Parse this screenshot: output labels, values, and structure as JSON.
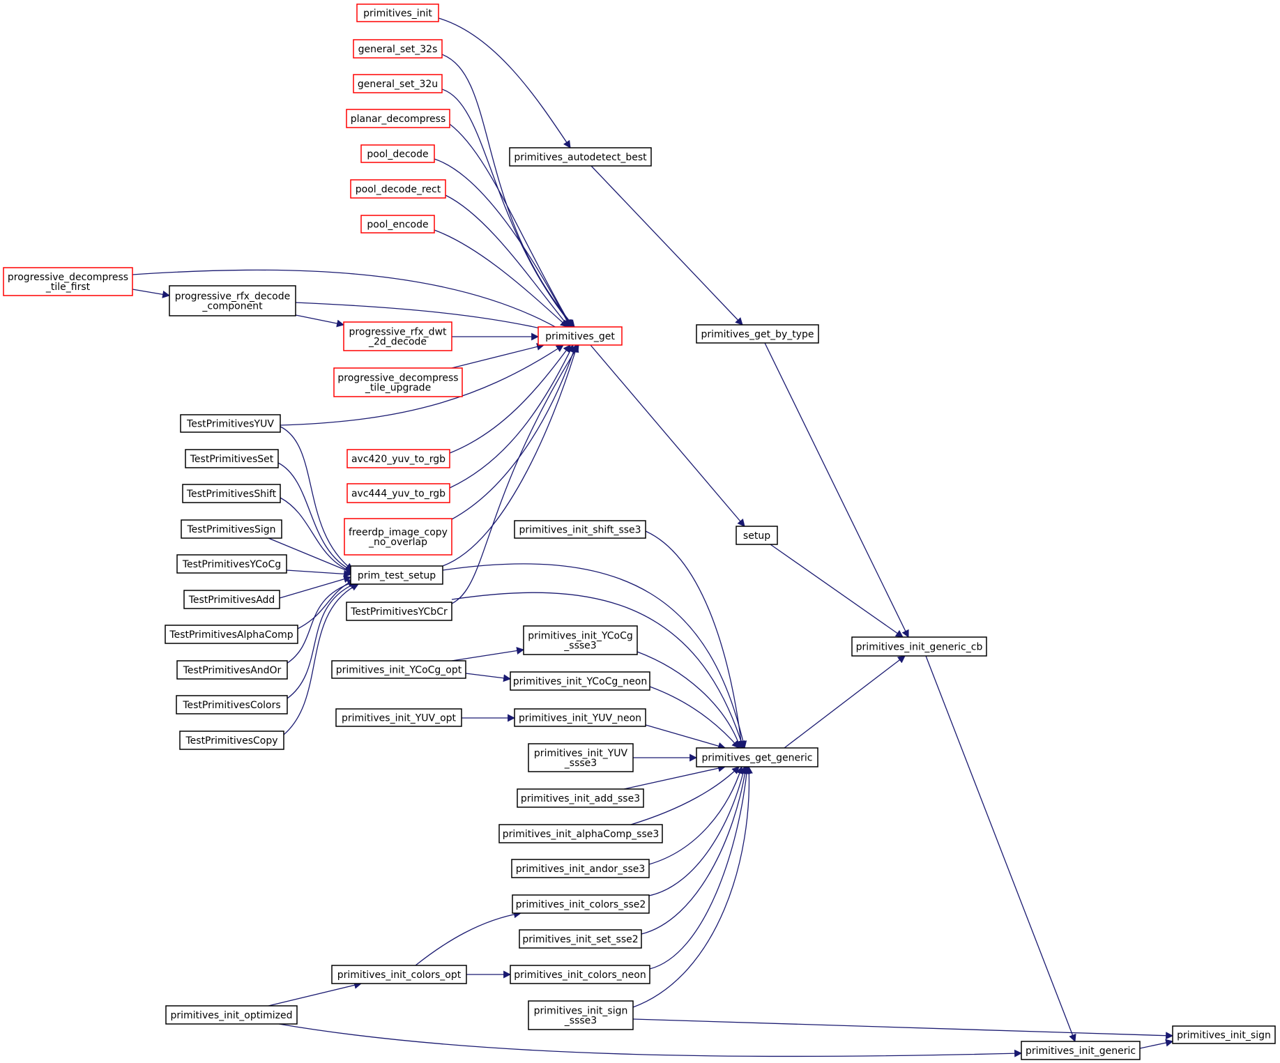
{
  "colors": {
    "edge": "#191970",
    "node_border": "#000000",
    "node_border_truncated": "#ff0000",
    "node_fill": "#ffffff",
    "node_fill_current": "#bfbfbf"
  },
  "nodes": {
    "primitives_init": {
      "label": [
        "primitives_init"
      ],
      "kind": "truncated"
    },
    "general_set_32s": {
      "label": [
        "general_set_32s"
      ],
      "kind": "truncated"
    },
    "general_set_32u": {
      "label": [
        "general_set_32u"
      ],
      "kind": "truncated"
    },
    "planar_decompress": {
      "label": [
        "planar_decompress"
      ],
      "kind": "truncated"
    },
    "pool_decode": {
      "label": [
        "pool_decode"
      ],
      "kind": "truncated"
    },
    "pool_decode_rect": {
      "label": [
        "pool_decode_rect"
      ],
      "kind": "truncated"
    },
    "pool_encode": {
      "label": [
        "pool_encode"
      ],
      "kind": "truncated"
    },
    "progressive_decompress_tile_first": {
      "label": [
        "progressive_decompress",
        "_tile_first"
      ],
      "kind": "truncated"
    },
    "progressive_rfx_decode_component": {
      "label": [
        "progressive_rfx_decode",
        "_component"
      ],
      "kind": "normal"
    },
    "progressive_rfx_dwt_2d_decode": {
      "label": [
        "progressive_rfx_dwt",
        "_2d_decode"
      ],
      "kind": "truncated"
    },
    "progressive_decompress_tile_upgrade": {
      "label": [
        "progressive_decompress",
        "_tile_upgrade"
      ],
      "kind": "truncated"
    },
    "TestPrimitivesYUV": {
      "label": [
        "TestPrimitivesYUV"
      ],
      "kind": "normal"
    },
    "TestPrimitivesSet": {
      "label": [
        "TestPrimitivesSet"
      ],
      "kind": "normal"
    },
    "TestPrimitivesShift": {
      "label": [
        "TestPrimitivesShift"
      ],
      "kind": "normal"
    },
    "TestPrimitivesSign": {
      "label": [
        "TestPrimitivesSign"
      ],
      "kind": "normal"
    },
    "TestPrimitivesYCoCg": {
      "label": [
        "TestPrimitivesYCoCg"
      ],
      "kind": "normal"
    },
    "TestPrimitivesAdd": {
      "label": [
        "TestPrimitivesAdd"
      ],
      "kind": "normal"
    },
    "TestPrimitivesAlphaComp": {
      "label": [
        "TestPrimitivesAlphaComp"
      ],
      "kind": "normal"
    },
    "TestPrimitivesAndOr": {
      "label": [
        "TestPrimitivesAndOr"
      ],
      "kind": "normal"
    },
    "TestPrimitivesColors": {
      "label": [
        "TestPrimitivesColors"
      ],
      "kind": "normal"
    },
    "TestPrimitivesCopy": {
      "label": [
        "TestPrimitivesCopy"
      ],
      "kind": "normal"
    },
    "avc420_yuv_to_rgb": {
      "label": [
        "avc420_yuv_to_rgb"
      ],
      "kind": "truncated"
    },
    "avc444_yuv_to_rgb": {
      "label": [
        "avc444_yuv_to_rgb"
      ],
      "kind": "truncated"
    },
    "freerdp_image_copy_no_overlap": {
      "label": [
        "freerdp_image_copy",
        "_no_overlap"
      ],
      "kind": "truncated"
    },
    "prim_test_setup": {
      "label": [
        "prim_test_setup"
      ],
      "kind": "normal"
    },
    "TestPrimitivesYCbCr": {
      "label": [
        "TestPrimitivesYCbCr"
      ],
      "kind": "normal"
    },
    "primitives_get": {
      "label": [
        "primitives_get"
      ],
      "kind": "truncated"
    },
    "primitives_autodetect_best": {
      "label": [
        "primitives_autodetect_best"
      ],
      "kind": "normal"
    },
    "primitives_get_by_type": {
      "label": [
        "primitives_get_by_type"
      ],
      "kind": "normal"
    },
    "setup": {
      "label": [
        "setup"
      ],
      "kind": "normal"
    },
    "primitives_init_shift_sse3": {
      "label": [
        "primitives_init_shift_sse3"
      ],
      "kind": "normal"
    },
    "primitives_init_YCoCg_ssse3": {
      "label": [
        "primitives_init_YCoCg",
        "_ssse3"
      ],
      "kind": "normal"
    },
    "primitives_init_YCoCg_opt": {
      "label": [
        "primitives_init_YCoCg_opt"
      ],
      "kind": "normal"
    },
    "primitives_init_YCoCg_neon": {
      "label": [
        "primitives_init_YCoCg_neon"
      ],
      "kind": "normal"
    },
    "primitives_init_YUV_opt": {
      "label": [
        "primitives_init_YUV_opt"
      ],
      "kind": "normal"
    },
    "primitives_init_YUV_neon": {
      "label": [
        "primitives_init_YUV_neon"
      ],
      "kind": "normal"
    },
    "primitives_init_YUV_ssse3": {
      "label": [
        "primitives_init_YUV",
        "_ssse3"
      ],
      "kind": "normal"
    },
    "primitives_init_add_sse3": {
      "label": [
        "primitives_init_add_sse3"
      ],
      "kind": "normal"
    },
    "primitives_init_alphaComp_sse3": {
      "label": [
        "primitives_init_alphaComp_sse3"
      ],
      "kind": "normal"
    },
    "primitives_init_andor_sse3": {
      "label": [
        "primitives_init_andor_sse3"
      ],
      "kind": "normal"
    },
    "primitives_init_colors_sse2": {
      "label": [
        "primitives_init_colors_sse2"
      ],
      "kind": "normal"
    },
    "primitives_init_set_sse2": {
      "label": [
        "primitives_init_set_sse2"
      ],
      "kind": "normal"
    },
    "primitives_init_colors_opt": {
      "label": [
        "primitives_init_colors_opt"
      ],
      "kind": "normal"
    },
    "primitives_init_colors_neon": {
      "label": [
        "primitives_init_colors_neon"
      ],
      "kind": "normal"
    },
    "primitives_init_optimized": {
      "label": [
        "primitives_init_optimized"
      ],
      "kind": "normal"
    },
    "primitives_init_sign_ssse3": {
      "label": [
        "primitives_init_sign",
        "_ssse3"
      ],
      "kind": "normal"
    },
    "primitives_get_generic": {
      "label": [
        "primitives_get_generic"
      ],
      "kind": "normal"
    },
    "primitives_init_generic_cb": {
      "label": [
        "primitives_init_generic_cb"
      ],
      "kind": "normal"
    },
    "primitives_init_generic": {
      "label": [
        "primitives_init_generic"
      ],
      "kind": "normal"
    },
    "primitives_init_sign": {
      "label": [
        "primitives_init_sign"
      ],
      "kind": "current"
    }
  },
  "edges": [
    {
      "from": "primitives_init",
      "to": "primitives_autodetect_best"
    },
    {
      "from": "primitives_autodetect_best",
      "to": "primitives_get_by_type"
    },
    {
      "from": "primitives_get_by_type",
      "to": "primitives_init_generic_cb"
    },
    {
      "from": "general_set_32s",
      "to": "primitives_get"
    },
    {
      "from": "general_set_32u",
      "to": "primitives_get"
    },
    {
      "from": "planar_decompress",
      "to": "primitives_get"
    },
    {
      "from": "pool_decode",
      "to": "primitives_get"
    },
    {
      "from": "pool_decode_rect",
      "to": "primitives_get"
    },
    {
      "from": "pool_encode",
      "to": "primitives_get"
    },
    {
      "from": "progressive_decompress_tile_first",
      "to": "primitives_get"
    },
    {
      "from": "progressive_decompress_tile_first",
      "to": "progressive_rfx_decode_component"
    },
    {
      "from": "progressive_rfx_decode_component",
      "to": "primitives_get"
    },
    {
      "from": "progressive_rfx_decode_component",
      "to": "progressive_rfx_dwt_2d_decode"
    },
    {
      "from": "progressive_rfx_dwt_2d_decode",
      "to": "primitives_get"
    },
    {
      "from": "progressive_decompress_tile_upgrade",
      "to": "primitives_get"
    },
    {
      "from": "TestPrimitivesYUV",
      "to": "primitives_get"
    },
    {
      "from": "TestPrimitivesYUV",
      "to": "prim_test_setup"
    },
    {
      "from": "TestPrimitivesSet",
      "to": "prim_test_setup"
    },
    {
      "from": "TestPrimitivesShift",
      "to": "prim_test_setup"
    },
    {
      "from": "TestPrimitivesSign",
      "to": "prim_test_setup"
    },
    {
      "from": "TestPrimitivesYCoCg",
      "to": "prim_test_setup"
    },
    {
      "from": "TestPrimitivesAdd",
      "to": "prim_test_setup"
    },
    {
      "from": "TestPrimitivesAlphaComp",
      "to": "prim_test_setup"
    },
    {
      "from": "TestPrimitivesAndOr",
      "to": "prim_test_setup"
    },
    {
      "from": "TestPrimitivesColors",
      "to": "prim_test_setup"
    },
    {
      "from": "TestPrimitivesCopy",
      "to": "prim_test_setup"
    },
    {
      "from": "avc420_yuv_to_rgb",
      "to": "primitives_get"
    },
    {
      "from": "avc444_yuv_to_rgb",
      "to": "primitives_get"
    },
    {
      "from": "freerdp_image_copy_no_overlap",
      "to": "primitives_get"
    },
    {
      "from": "prim_test_setup",
      "to": "primitives_get"
    },
    {
      "from": "TestPrimitivesYCbCr",
      "to": "primitives_get"
    },
    {
      "from": "primitives_get",
      "to": "setup"
    },
    {
      "from": "setup",
      "to": "primitives_init_generic_cb"
    },
    {
      "from": "prim_test_setup",
      "to": "primitives_get_generic"
    },
    {
      "from": "TestPrimitivesYCbCr",
      "to": "primitives_get_generic"
    },
    {
      "from": "primitives_init_shift_sse3",
      "to": "primitives_get_generic"
    },
    {
      "from": "primitives_init_YCoCg_opt",
      "to": "primitives_init_YCoCg_ssse3"
    },
    {
      "from": "primitives_init_YCoCg_opt",
      "to": "primitives_init_YCoCg_neon"
    },
    {
      "from": "primitives_init_YCoCg_ssse3",
      "to": "primitives_get_generic"
    },
    {
      "from": "primitives_init_YCoCg_neon",
      "to": "primitives_get_generic"
    },
    {
      "from": "primitives_init_YUV_opt",
      "to": "primitives_init_YUV_neon"
    },
    {
      "from": "primitives_init_YUV_neon",
      "to": "primitives_get_generic"
    },
    {
      "from": "primitives_init_YUV_ssse3",
      "to": "primitives_get_generic"
    },
    {
      "from": "primitives_init_add_sse3",
      "to": "primitives_get_generic"
    },
    {
      "from": "primitives_init_alphaComp_sse3",
      "to": "primitives_get_generic"
    },
    {
      "from": "primitives_init_andor_sse3",
      "to": "primitives_get_generic"
    },
    {
      "from": "primitives_init_colors_sse2",
      "to": "primitives_get_generic"
    },
    {
      "from": "primitives_init_set_sse2",
      "to": "primitives_get_generic"
    },
    {
      "from": "primitives_init_colors_neon",
      "to": "primitives_get_generic"
    },
    {
      "from": "primitives_init_sign_ssse3",
      "to": "primitives_get_generic"
    },
    {
      "from": "primitives_init_colors_opt",
      "to": "primitives_init_colors_sse2"
    },
    {
      "from": "primitives_init_colors_opt",
      "to": "primitives_init_colors_neon"
    },
    {
      "from": "primitives_init_optimized",
      "to": "primitives_init_colors_opt"
    },
    {
      "from": "primitives_init_optimized",
      "to": "primitives_init_generic"
    },
    {
      "from": "primitives_get_generic",
      "to": "primitives_init_generic_cb"
    },
    {
      "from": "primitives_init_generic_cb",
      "to": "primitives_init_generic"
    },
    {
      "from": "primitives_init_sign_ssse3",
      "to": "primitives_init_sign"
    },
    {
      "from": "primitives_init_generic",
      "to": "primitives_init_sign"
    }
  ]
}
